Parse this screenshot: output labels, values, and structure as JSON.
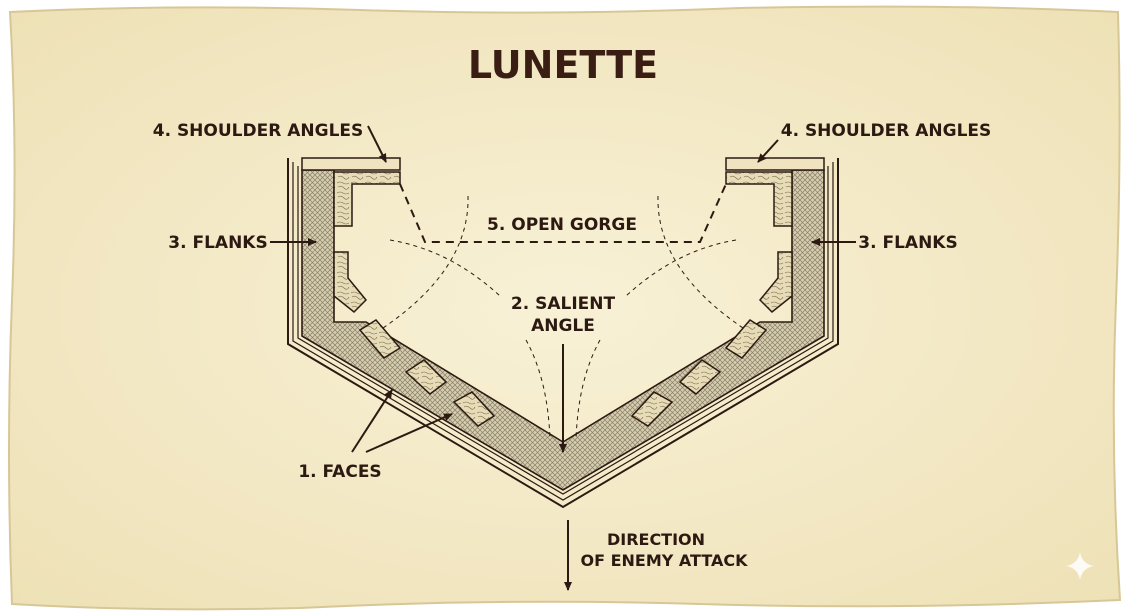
{
  "title": "LUNETTE",
  "labels": {
    "shoulder_angles_left": "4. SHOULDER ANGLES",
    "shoulder_angles_right": "4. SHOULDER ANGLES",
    "flanks_left": "3. FLANKS",
    "flanks_right": "3. FLANKS",
    "open_gorge": "5. OPEN GORGE",
    "salient_angle_line1": "2. SALIENT",
    "salient_angle_line2": "ANGLE",
    "faces": "1. FACES",
    "direction_line1": "DIRECTION",
    "direction_line2": "OF ENEMY ATTACK"
  },
  "colors": {
    "paper": "#f4eccb",
    "ink": "#2c1a12",
    "wall_fill": "#cfc6a8",
    "border": "#e8dcb0"
  }
}
